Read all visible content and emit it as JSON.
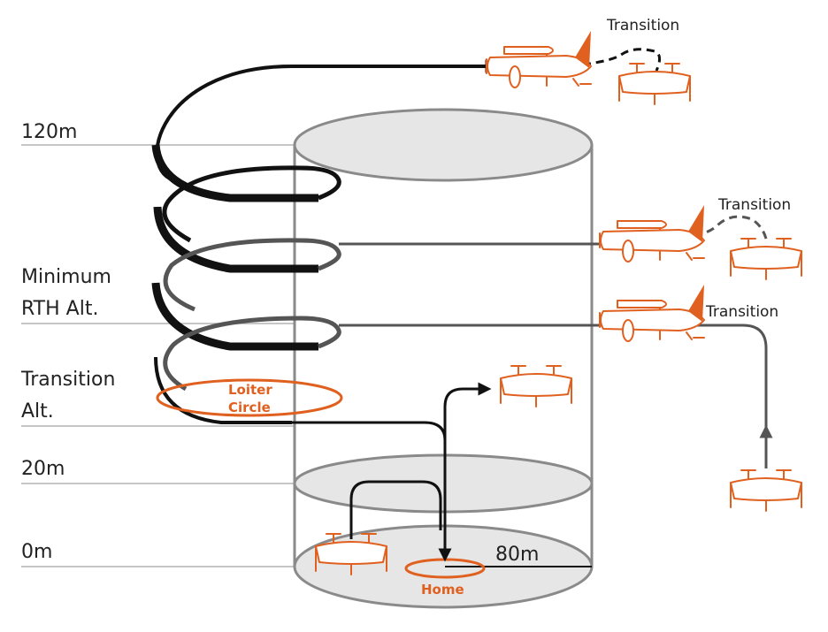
{
  "altitude_labels": {
    "alt_120": "120m",
    "min_rth_line1": "Minimum",
    "min_rth_line2": "RTH Alt.",
    "transition_line1": "Transition",
    "transition_line2": "Alt.",
    "alt_20": "20m",
    "alt_0": "0m"
  },
  "transition_labels": {
    "top": "Transition",
    "middle": "Transition",
    "lower": "Transition"
  },
  "loiter": {
    "line1": "Loiter",
    "line2": "Circle"
  },
  "home_label": "Home",
  "radius_label": "80m",
  "colors": {
    "accent": "#e0601f",
    "path_black": "#111111",
    "path_gray": "#555555",
    "cylinder": "#8a8a8a",
    "disc_fill": "#e6e6e6",
    "ref_line": "#b3b3b3"
  },
  "icons": {
    "vtol_cruise": "fixed-wing-plane-icon",
    "vtol_hover": "multicopter-icon"
  }
}
